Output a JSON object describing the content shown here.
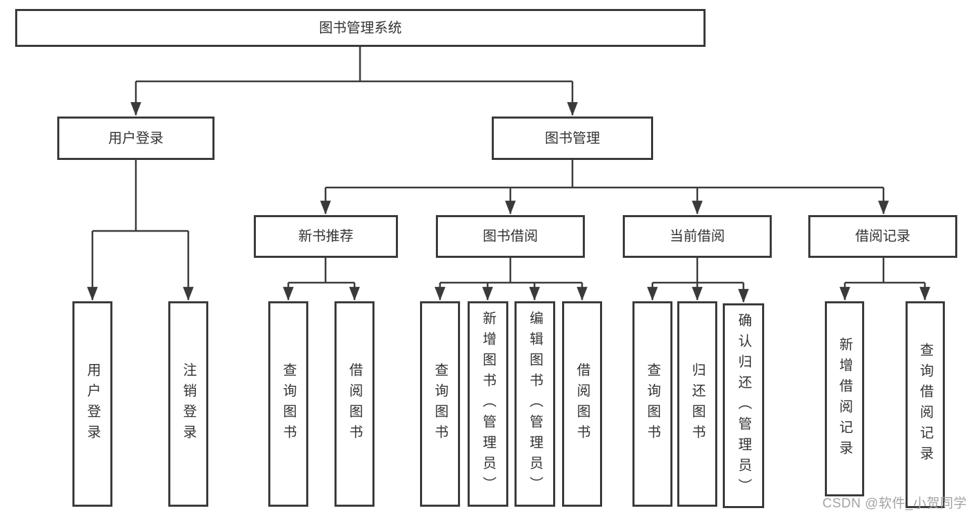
{
  "watermark": "CSDN @软件_小贺同学",
  "colors": {
    "line": "#3a3a3a",
    "box_border": "#3a3a3a",
    "text": "#333333",
    "watermark": "#a3a3a3",
    "background": "#ffffff"
  },
  "nodes": {
    "root": {
      "label": "图书管理系统"
    },
    "user_login": {
      "label": "用户登录",
      "children": [
        {
          "label": "用户登录"
        },
        {
          "label": "注销登录"
        }
      ]
    },
    "book_management": {
      "label": "图书管理",
      "groups": [
        {
          "label": "新书推荐",
          "children": [
            {
              "label": "查询图书"
            },
            {
              "label": "借阅图书"
            }
          ]
        },
        {
          "label": "图书借阅",
          "children": [
            {
              "label": "查询图书"
            },
            {
              "label": "新增图书（管理员）"
            },
            {
              "label": "编辑图书（管理员）"
            },
            {
              "label": "借阅图书"
            }
          ]
        },
        {
          "label": "当前借阅",
          "children": [
            {
              "label": "查询图书"
            },
            {
              "label": "归还图书"
            },
            {
              "label": "确认归还（管理员）"
            }
          ]
        },
        {
          "label": "借阅记录",
          "children": [
            {
              "label": "新增借阅记录"
            },
            {
              "label": "查询借阅记录"
            }
          ]
        }
      ]
    }
  }
}
